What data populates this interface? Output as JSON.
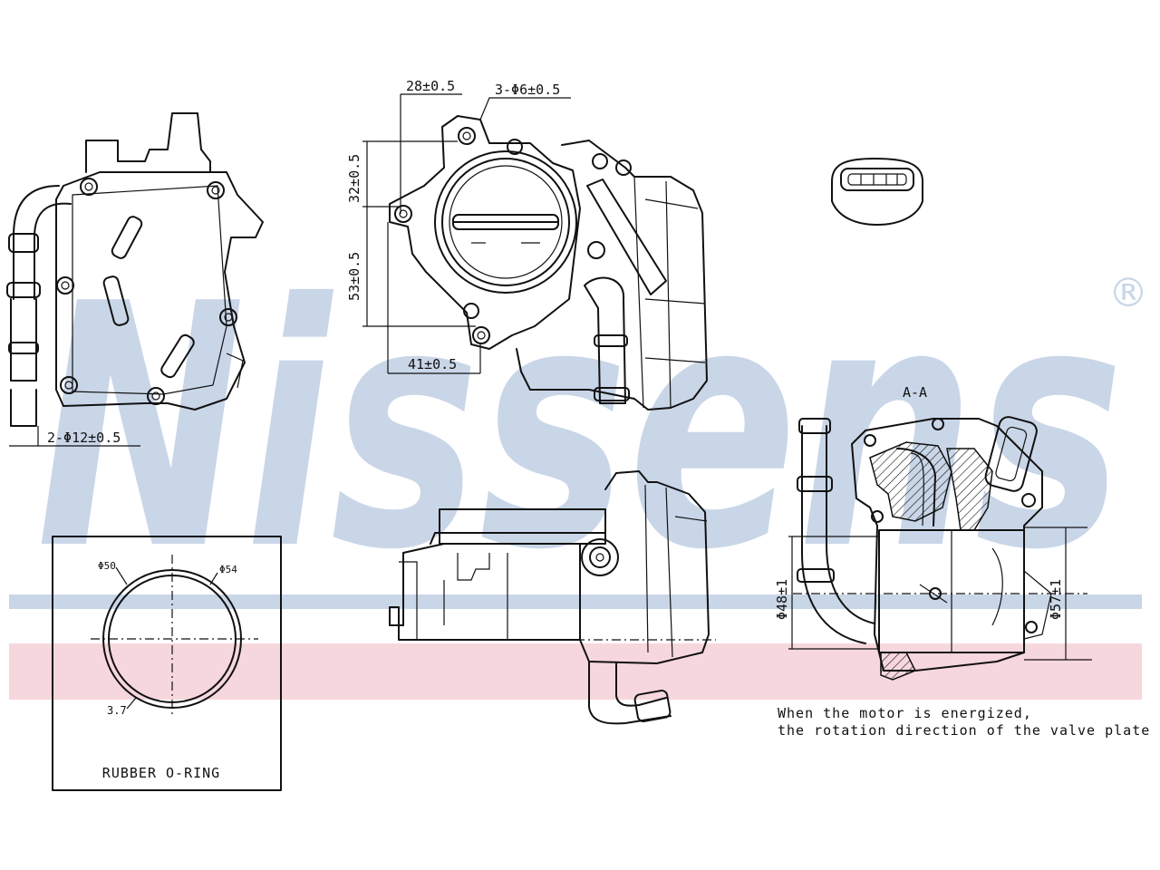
{
  "watermark": {
    "brand": "Nissens",
    "registered_mark": "®",
    "blue": "#c9d6e8",
    "pink": "#f6d7dd"
  },
  "dimensions": {
    "pipe_holes": "2-Φ12±0.5",
    "flange_width": "28±0.5",
    "mount_holes": "3-Φ6±0.5",
    "upper_height": "32±0.5",
    "lower_height": "53±0.5",
    "bottom_width": "41±0.5",
    "left_diameter": "Φ48±1",
    "right_diameter": "Φ57±1"
  },
  "section_label": "A-A",
  "oring": {
    "label": "RUBBER O-RING",
    "outer_dia": "Φ50",
    "inner_dia": "Φ54",
    "thickness": "3.7"
  },
  "note": {
    "line1": "When the motor is energized,",
    "line2": "the rotation direction of the valve plate"
  },
  "colors": {
    "line": "#111111"
  }
}
